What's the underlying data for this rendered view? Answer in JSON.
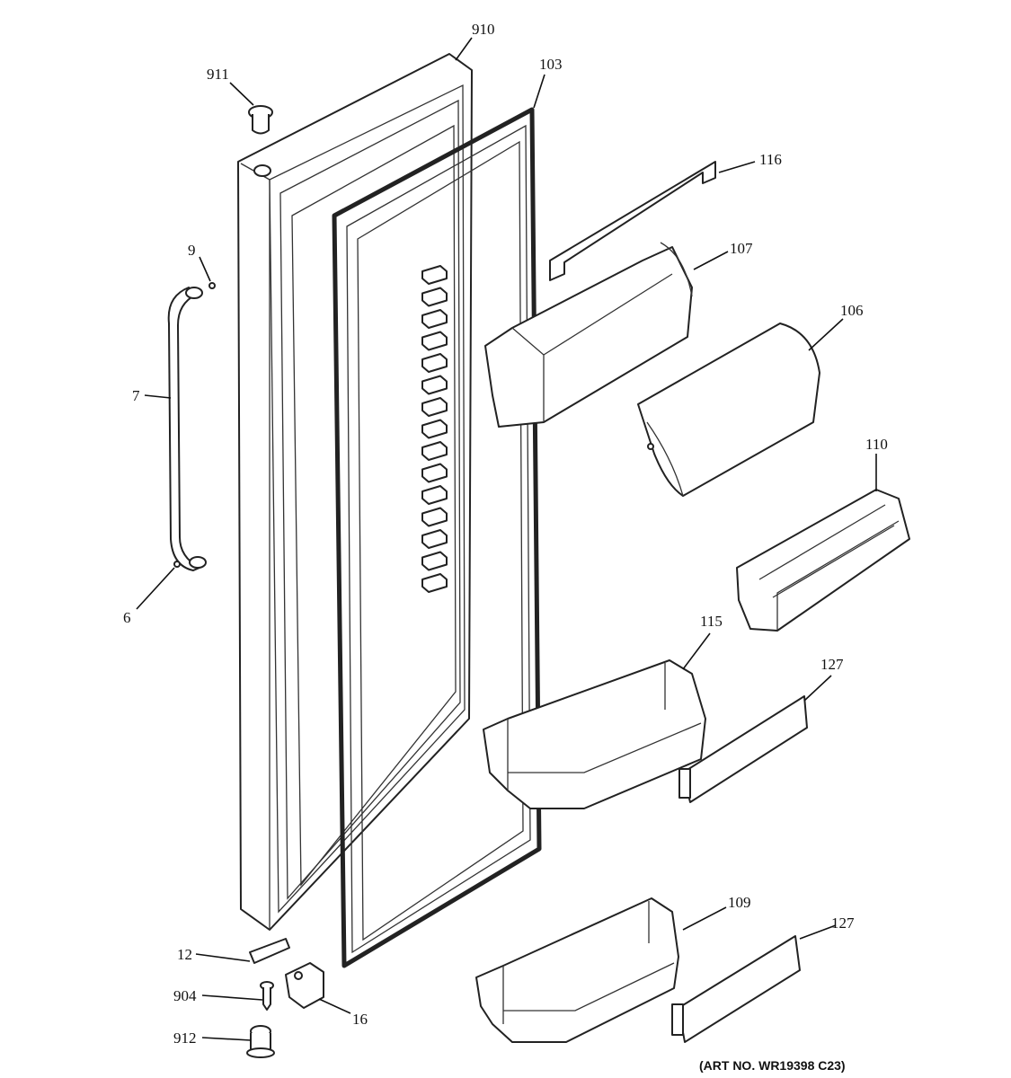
{
  "diagram": {
    "art_number": "(ART NO. WR19398 C23)",
    "callouts": {
      "c910": "910",
      "c911": "911",
      "c103": "103",
      "c116": "116",
      "c107": "107",
      "c106": "106",
      "c9": "9",
      "c7": "7",
      "c6": "6",
      "c110": "110",
      "c115": "115",
      "c127a": "127",
      "c109": "109",
      "c127b": "127",
      "c12": "12",
      "c904": "904",
      "c16": "16",
      "c912": "912"
    }
  }
}
